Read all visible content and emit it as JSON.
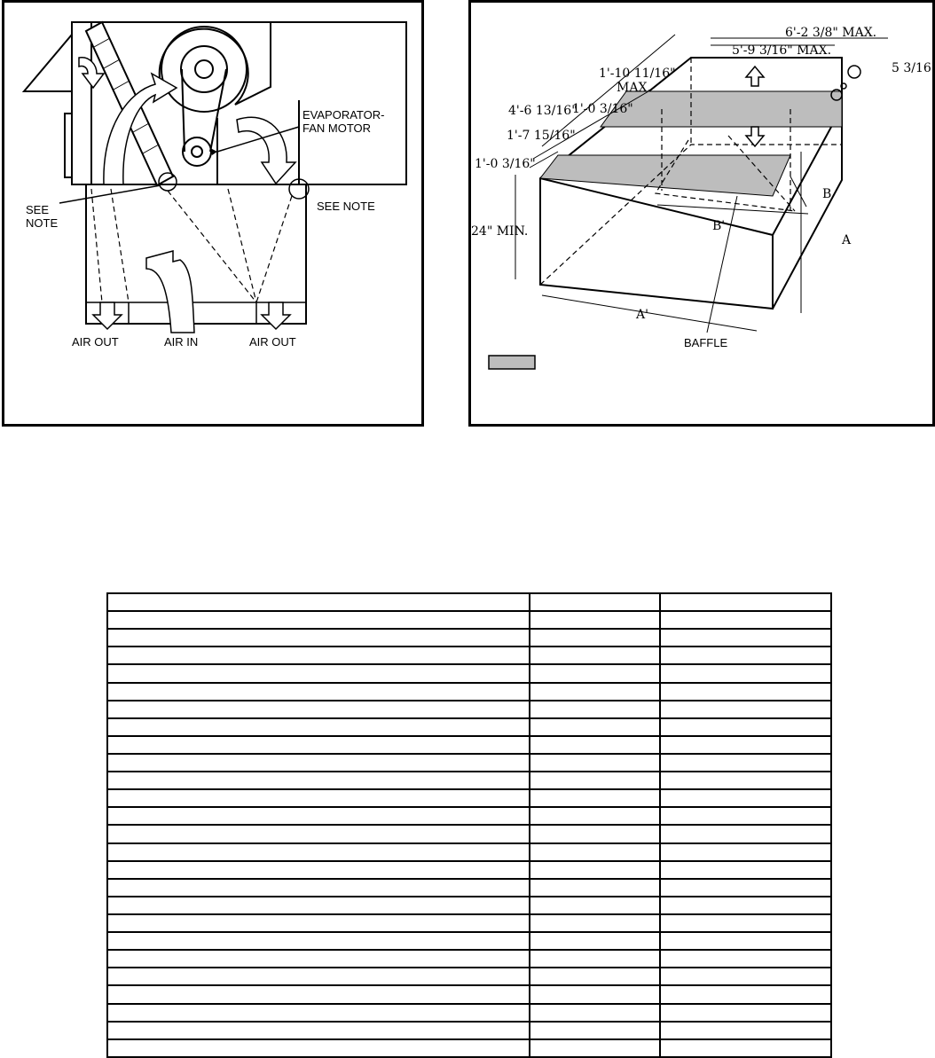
{
  "figure_left": {
    "labels": {
      "evaporator_line1": "EVAPORATOR-",
      "evaporator_line2": "FAN MOTOR",
      "see_note_left_line1": "SEE",
      "see_note_left_line2": "NOTE",
      "see_note_right": "SEE NOTE",
      "air_out_left": "AIR OUT",
      "air_in": "AIR IN",
      "air_out_right": "AIR OUT"
    }
  },
  "figure_right": {
    "dimensions": {
      "overall_width": "6'-2 3/8\" MAX.",
      "inner_width": "5'-9 3/16\" MAX.",
      "side_offset": "5 3/16\"",
      "depth_top": "1'-10 11/16\"",
      "depth_top_max": "MAX.",
      "overall_depth": "4'-6 13/16\"",
      "duct_width": "1'-0 3/16\"",
      "duct_spacing": "1'-7 15/16\"",
      "front_duct": "1'-0 3/16\"",
      "height_min": "24\" MIN."
    },
    "labels": {
      "a": "A",
      "a_prime": "A'",
      "b": "B",
      "b_prime": "B'",
      "baffle": "BAFFLE"
    }
  },
  "table": {
    "rows": 26,
    "columns": 3
  }
}
